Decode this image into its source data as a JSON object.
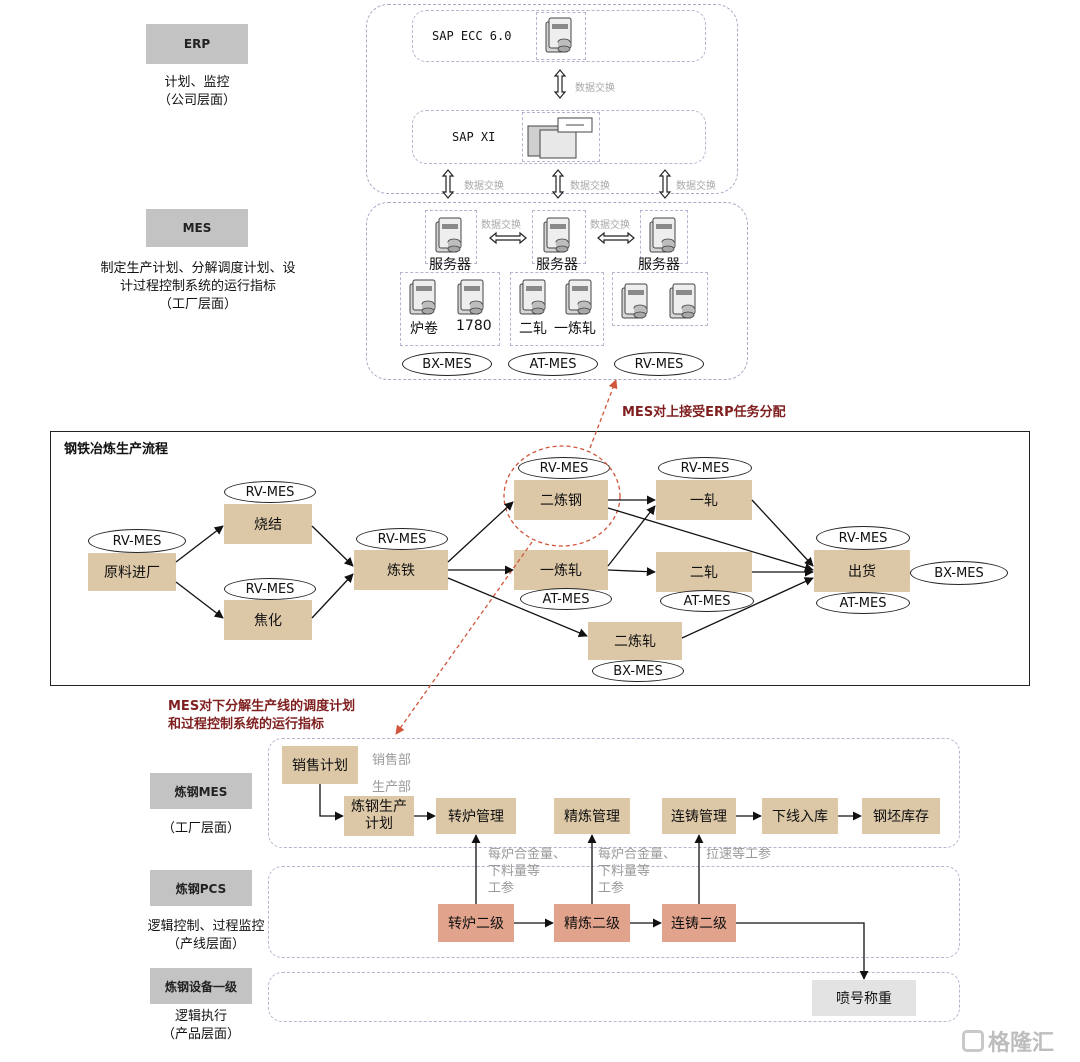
{
  "erp": {
    "tag": "ERP",
    "desc1": "计划、监控",
    "desc2": "（公司层面）"
  },
  "mes": {
    "tag": "MES",
    "desc1": "制定生产计划、分解调度计划、设",
    "desc2": "计过程控制系统的运行指标",
    "desc3": "（工厂层面）"
  },
  "sap": {
    "ecc": "SAP ECC 6.0",
    "xi": "SAP XI"
  },
  "exchange": "数据交换",
  "servers": {
    "server": "服务器",
    "luojuan": "炉卷",
    "n1780": "1780",
    "erzha": "二轧",
    "yilianzha": "一炼轧"
  },
  "mes_groups": [
    "BX-MES",
    "AT-MES",
    "RV-MES"
  ],
  "annotations": {
    "up": "MES对上接受ERP任务分配",
    "down1": "MES对下分解生产线的调度计划",
    "down2": "和过程控制系统的运行指标"
  },
  "process": {
    "title": "钢铁冶炼生产流程",
    "nodes": {
      "yuanliao": "原料进厂",
      "shaojie": "烧结",
      "jiaohua": "焦化",
      "liantie": "炼铁",
      "erliangang": "二炼钢",
      "yilianzha": "一炼轧",
      "erlianzha": "二炼轧",
      "yizha": "一轧",
      "erzha": "二轧",
      "chuhuo": "出货"
    },
    "labels": {
      "rv": "RV-MES",
      "at": "AT-MES",
      "bx": "BX-MES"
    }
  },
  "lower": {
    "steelmes": {
      "tag": "炼钢MES",
      "desc": "（工厂层面）"
    },
    "pcs": {
      "tag": "炼钢PCS",
      "desc1": "逻辑控制、过程监控",
      "desc2": "（产线层面）"
    },
    "equip": {
      "tag": "炼钢设备一级",
      "desc1": "逻辑执行",
      "desc2": "（产品层面）"
    },
    "boxes": {
      "sales_plan": "销售计划",
      "steel_plan1": "炼钢生产",
      "steel_plan2": "计划",
      "converter_mgmt": "转炉管理",
      "refine_mgmt": "精炼管理",
      "caster_mgmt": "连铸管理",
      "offline": "下线入库",
      "billet": "钢坯库存",
      "converter_l2": "转炉二级",
      "refine_l2": "精炼二级",
      "caster_l2": "连铸二级",
      "spray": "喷号称重"
    },
    "notes": {
      "sales_dept": "销售部",
      "prod_dept": "生产部",
      "n1a": "每炉合金量、",
      "n1b": "下料量等",
      "n1c": "工参",
      "n2a": "每炉合金量、",
      "n2b": "下料量等",
      "n2c": "工参",
      "n3": "拉速等工参"
    }
  },
  "watermark": "格隆汇"
}
